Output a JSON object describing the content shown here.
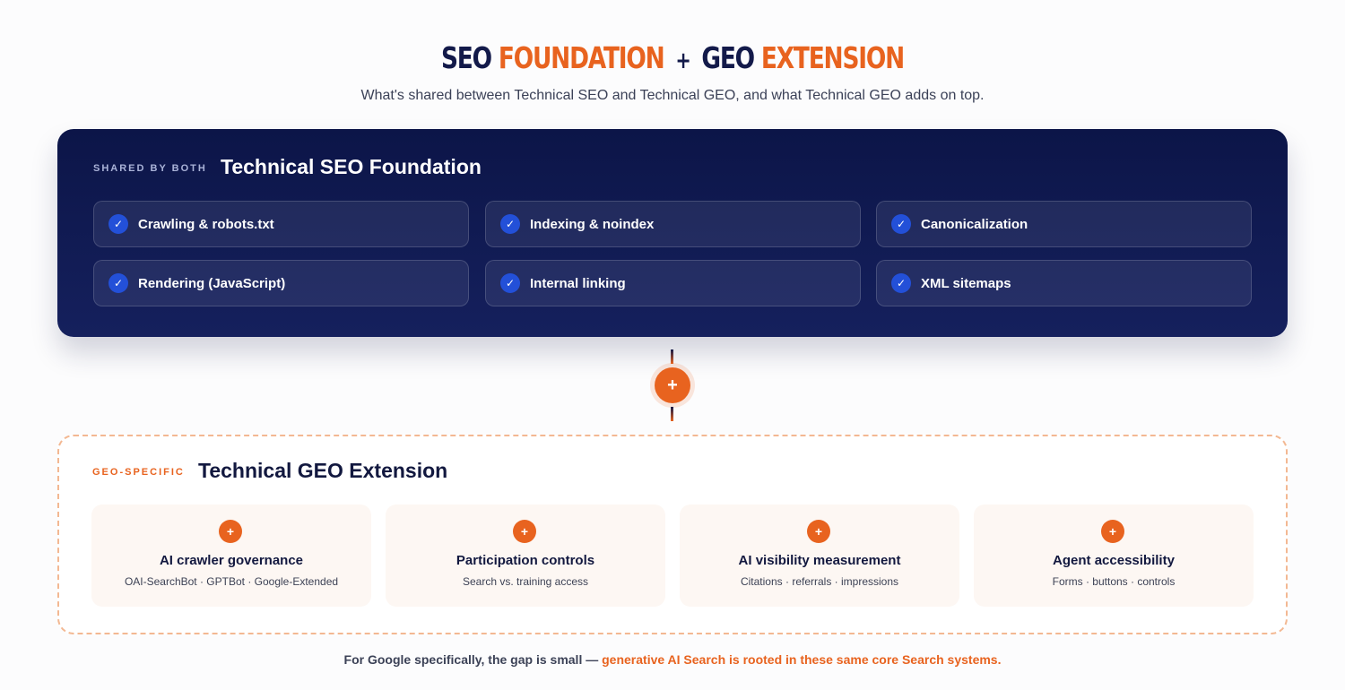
{
  "header": {
    "title_part1": "SEO",
    "title_part2": "FOUNDATION",
    "title_plus": "+",
    "title_part3": "GEO",
    "title_part4": "EXTENSION",
    "subtitle": "What's shared between Technical SEO and Technical GEO, and what Technical GEO adds on top."
  },
  "foundation": {
    "kicker": "SHARED BY BOTH",
    "heading": "Technical SEO Foundation",
    "check_glyph": "✓",
    "items": [
      {
        "label": "Crawling & robots.txt"
      },
      {
        "label": "Indexing & noindex"
      },
      {
        "label": "Canonicalization"
      },
      {
        "label": "Rendering (JavaScript)"
      },
      {
        "label": "Internal linking"
      },
      {
        "label": "XML sitemaps"
      }
    ]
  },
  "connector": {
    "plus_glyph": "+"
  },
  "extension": {
    "kicker": "GEO-SPECIFIC",
    "heading": "Technical GEO Extension",
    "plus_glyph": "+",
    "cards": [
      {
        "title": "AI crawler governance",
        "desc": "OAI-SearchBot · GPTBot · Google-Extended"
      },
      {
        "title": "Participation controls",
        "desc": "Search vs. training access"
      },
      {
        "title": "AI visibility measurement",
        "desc": "Citations · referrals · impressions"
      },
      {
        "title": "Agent accessibility",
        "desc": "Forms · buttons · controls"
      }
    ]
  },
  "footnote": {
    "lead": "For Google specifically, the gap is small — ",
    "highlight": "generative AI Search is rooted in these same core Search systems."
  },
  "colors": {
    "navy": "#131a4a",
    "orange": "#e8631f",
    "check_blue": "#2350d8",
    "card_bg": "#fdf7f3"
  }
}
